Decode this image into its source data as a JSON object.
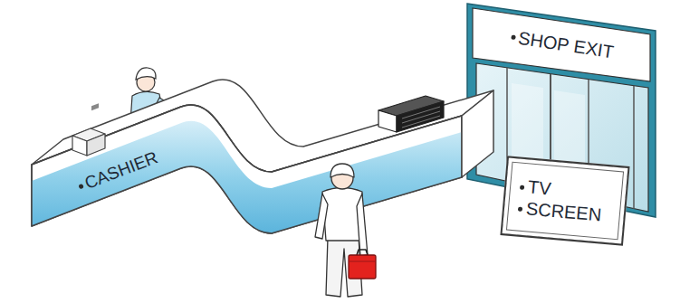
{
  "diagram": {
    "nodes": [
      {
        "text": [
          "CASHIER"
        ]
      },
      {
        "text": [
          "SHOP EXIT"
        ]
      },
      {
        "text": [
          "TV SCREEN"
        ]
      }
    ]
  }
}
